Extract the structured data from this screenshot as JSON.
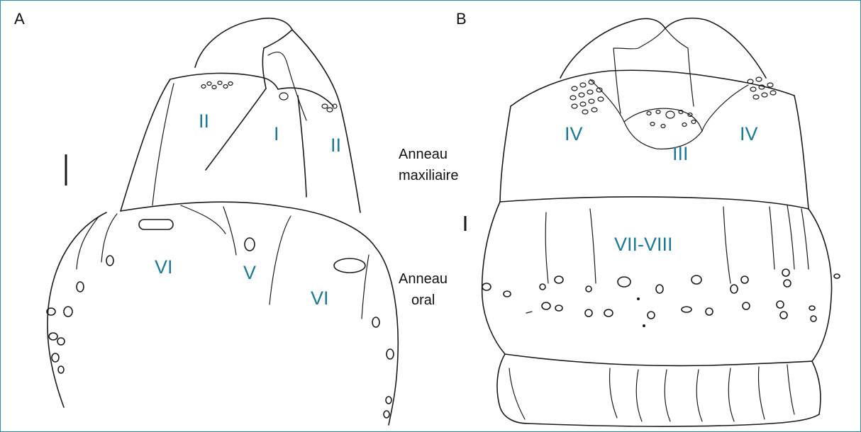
{
  "panels": {
    "a": "A",
    "b": "B"
  },
  "roman_labels": {
    "a_ii_left": "II",
    "a_i": "I",
    "a_ii_right": "II",
    "a_vi_left": "VI",
    "a_v": "V",
    "a_vi_right": "VI",
    "b_iv_left": "IV",
    "b_iii": "III",
    "b_iv_right": "IV",
    "b_vii_viii": "VII-VIII"
  },
  "captions": {
    "maxillary_line1": "Anneau",
    "maxillary_line2": "maxiliaire",
    "oral_line1": "Anneau",
    "oral_line2": "oral"
  },
  "colors": {
    "frame": "#2a8fa3",
    "roman_label": "#1c7a96",
    "ink": "#1a1a1a"
  }
}
